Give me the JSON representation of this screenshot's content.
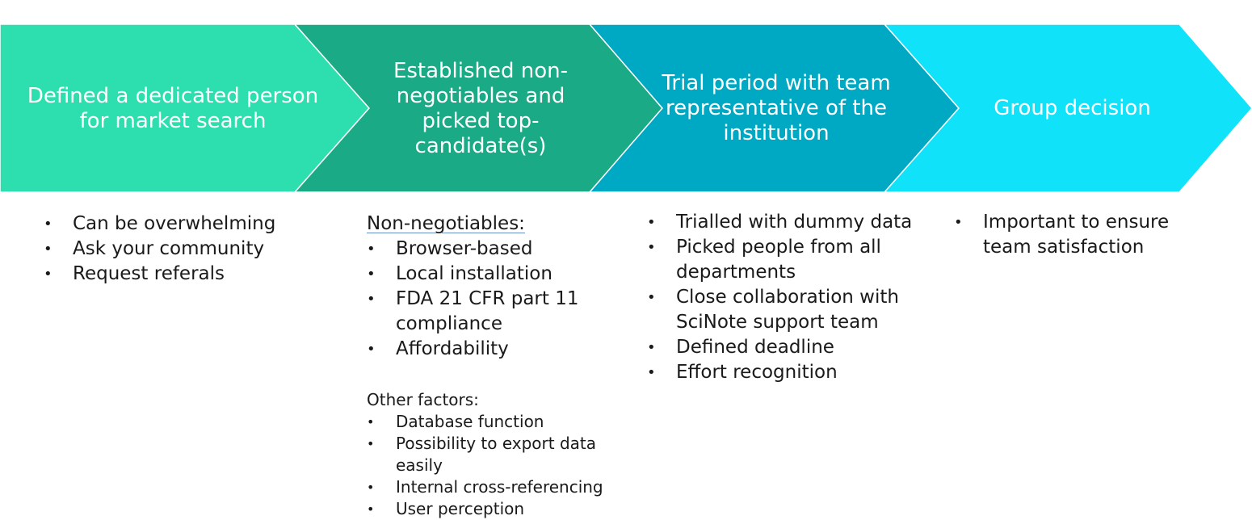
{
  "steps": [
    {
      "title_lines": [
        "Defined a dedicated person",
        "for market search"
      ],
      "color": "#2ddfae"
    },
    {
      "title_lines": [
        "Established non-",
        "negotiables and",
        "picked top-",
        "candidate(s)"
      ],
      "color": "#1aaa85"
    },
    {
      "title_lines": [
        "Trial period with team",
        "representative of the",
        "institution"
      ],
      "color": "#00a9c3"
    },
    {
      "title_lines": [
        "Group decision"
      ],
      "color": "#0fe2f9"
    }
  ],
  "col1": {
    "bullets": [
      "Can be overwhelming",
      "Ask your community",
      "Request referals"
    ]
  },
  "col2": {
    "heading": "Non-negotiables:",
    "bullets": [
      "Browser-based",
      "Local installation",
      "FDA 21 CFR part 11 compliance",
      "Affordability"
    ],
    "other_heading": "Other factors:",
    "other_bullets": [
      "Database function",
      "Possibility to export data easily",
      "Internal cross-referencing",
      "User perception"
    ]
  },
  "col3": {
    "bullets": [
      "Trialled with dummy data",
      "Picked people from all departments",
      "Close collaboration with SciNote support team",
      "Defined deadline",
      "Effort recognition"
    ]
  },
  "col4": {
    "bullets": [
      "Important to ensure team satisfaction"
    ]
  }
}
